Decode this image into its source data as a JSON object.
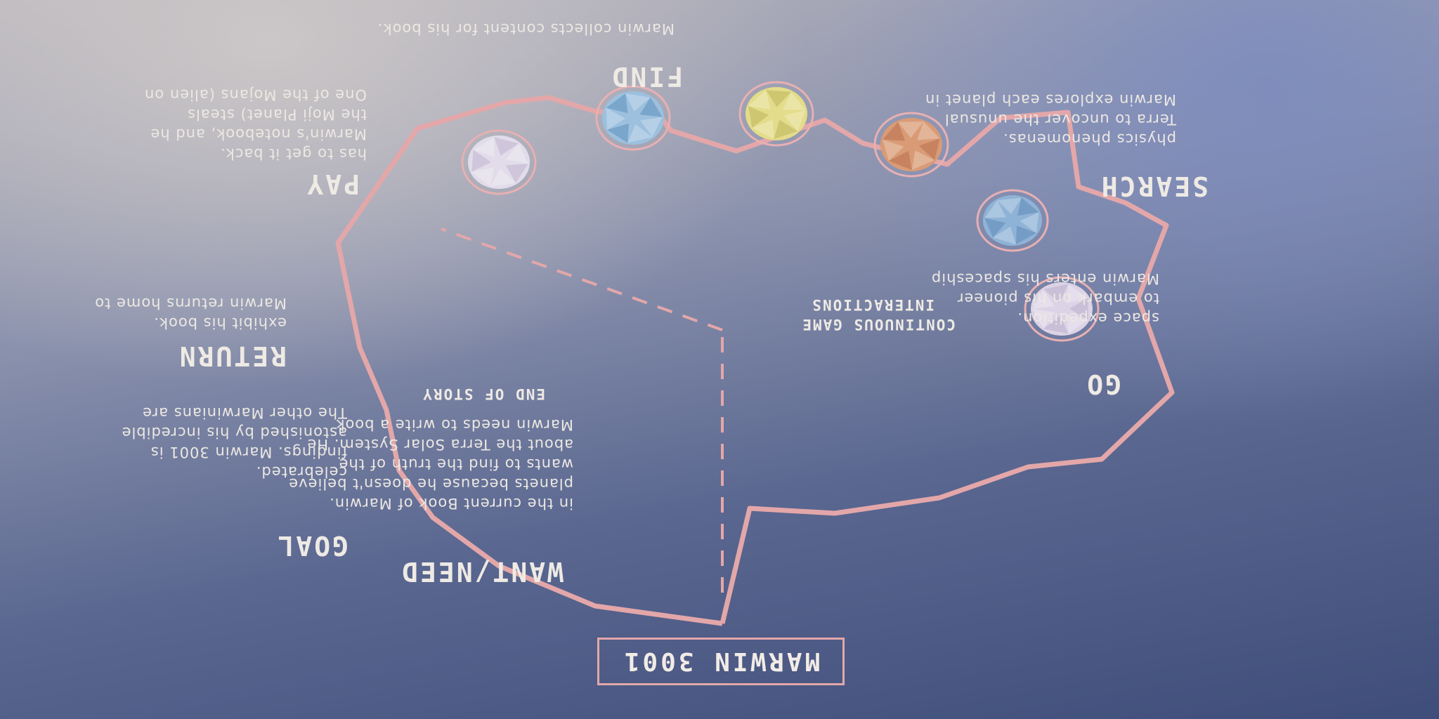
{
  "title": "MARWIN 3001",
  "center": {
    "left_label": "END OF STORY",
    "right_label_1": "CONTINUOUS GAME",
    "right_label_2": "INTERACTIONS"
  },
  "stages": {
    "want": {
      "title": "WANT/NEED",
      "lines": [
        "Marwin needs to write a book",
        "about the Terra Solar System. He",
        "wants to find the truth of the",
        "planets because he doesn't believe",
        "in the current Book of Marwin."
      ]
    },
    "go": {
      "title": "GO",
      "lines": [
        "Marwin enters his spaceship",
        "to embark on his pioneer",
        "space expedition."
      ]
    },
    "search": {
      "title": "SEARCH",
      "lines": [
        "Marwin explores each planet in",
        "Terra to uncover the unusual",
        "physics phenomenas."
      ]
    },
    "find": {
      "title": "FIND",
      "lines": [
        "Marwin collects content for his book."
      ]
    },
    "pay": {
      "title": "PAY",
      "lines": [
        "One of the Mojans (alien on",
        "the Moji Planet) steals",
        "Marwin's notebook, and he",
        "has to get it back."
      ]
    },
    "return": {
      "title": "RETURN",
      "lines": [
        "Marwin returns home to",
        "exhibit his book."
      ]
    },
    "goal": {
      "title": "GOAL",
      "lines": [
        "The other Marwinians are",
        "astonished by his incredible",
        "findings. Marwin 3001 is",
        "celebrated."
      ]
    }
  },
  "planets": [
    {
      "name": "lavender-planet-go",
      "color": "#dcd3e6",
      "shade": "#b9aecb"
    },
    {
      "name": "blue-planet-search",
      "color": "#8fb3d6",
      "shade": "#5e89b8"
    },
    {
      "name": "orange-planet-search",
      "color": "#d99b76",
      "shade": "#b86e4c"
    },
    {
      "name": "yellow-planet-find",
      "color": "#e3dc8a",
      "shade": "#bdb45c"
    },
    {
      "name": "blue-planet-find",
      "color": "#9cc0de",
      "shade": "#5f8fbd"
    },
    {
      "name": "lavender-planet-pay",
      "color": "#e2dcea",
      "shade": "#bfb4cf"
    }
  ],
  "colors": {
    "circle_stroke": "#e3a7a9",
    "text": "#eeeae4",
    "planet_ring": "#e7b0b2"
  }
}
